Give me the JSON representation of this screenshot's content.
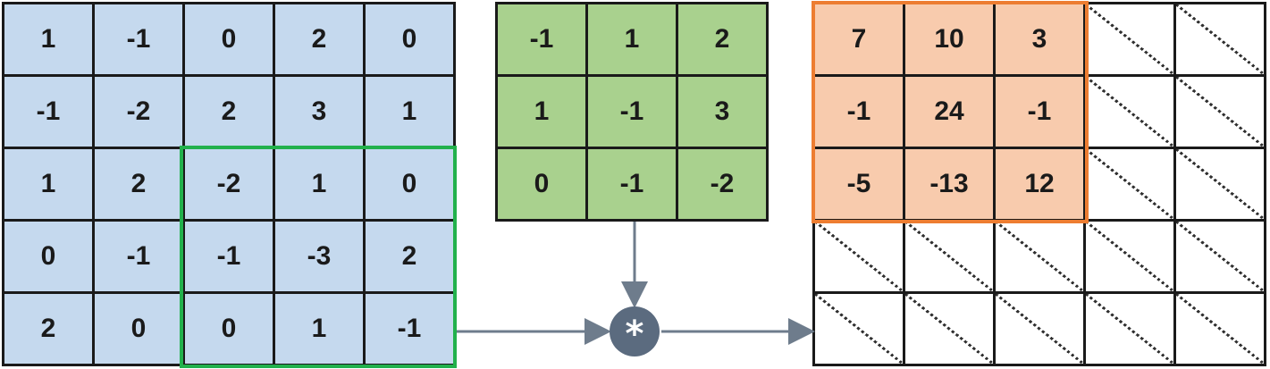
{
  "input_matrix": [
    [
      "1",
      "-1",
      "0",
      "2",
      "0"
    ],
    [
      "-1",
      "-2",
      "2",
      "3",
      "1"
    ],
    [
      "1",
      "2",
      "-2",
      "1",
      "0"
    ],
    [
      "0",
      "-1",
      "-1",
      "-3",
      "2"
    ],
    [
      "2",
      "0",
      "0",
      "1",
      "-1"
    ]
  ],
  "kernel_matrix": [
    [
      "-1",
      "1",
      "2"
    ],
    [
      "1",
      "-1",
      "3"
    ],
    [
      "0",
      "-1",
      "-2"
    ]
  ],
  "output_matrix": [
    [
      "7",
      "10",
      "3",
      "",
      ""
    ],
    [
      "-1",
      "24",
      "-1",
      "",
      ""
    ],
    [
      "-5",
      "-13",
      "12",
      "",
      ""
    ],
    [
      "",
      "",
      "",
      "",
      ""
    ],
    [
      "",
      "",
      "",
      "",
      ""
    ]
  ],
  "operator_symbol": "*",
  "colors": {
    "input_fill": "#c5d9ee",
    "kernel_fill": "#a9d18e",
    "output_fill": "#f8cbad",
    "input_window_border": "#22b14c",
    "output_window_border": "#ed7d31",
    "operator_circle": "#5b6b7f",
    "arrow": "#6e7c8c"
  }
}
